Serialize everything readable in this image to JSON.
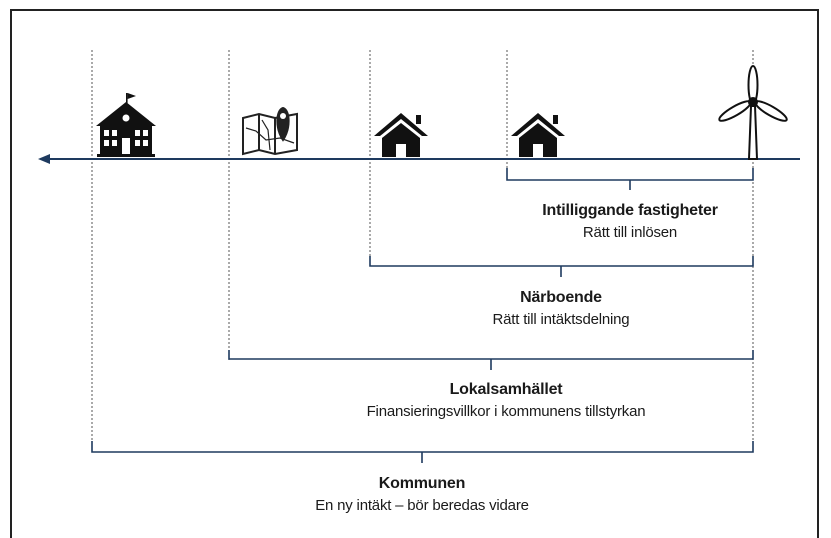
{
  "groups": [
    {
      "title": "Intilliggande fastigheter",
      "subtitle": "Rätt till inlösen"
    },
    {
      "title": "Närboende",
      "subtitle": "Rätt till intäktsdelning"
    },
    {
      "title": "Lokalsamhället",
      "subtitle": "Finansieringsvillkor i kommunens tillstyrkan"
    },
    {
      "title": "Kommunen",
      "subtitle": "En ny intäkt – bör beredas vidare"
    }
  ],
  "icons": [
    "school-icon",
    "map-pin-icon",
    "house-icon",
    "house-icon",
    "wind-turbine-icon"
  ],
  "colors": {
    "line": "#1e3a5f",
    "bracket": "#1e3a5f",
    "icon": "#111111",
    "text": "#1a1a1a"
  }
}
